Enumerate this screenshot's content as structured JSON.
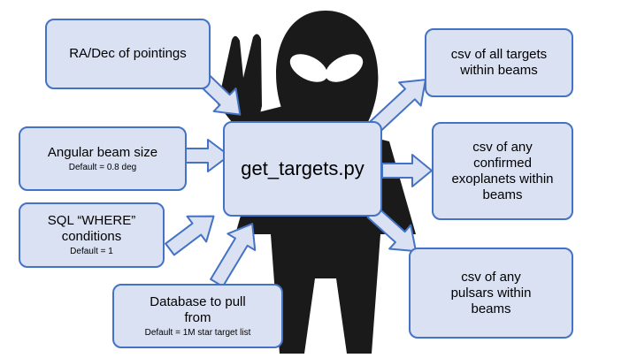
{
  "colors": {
    "box_fill": "#d9e1f2",
    "box_border": "#4472c4",
    "alien": "#1a1a1a"
  },
  "center": {
    "label": "get_targets.py"
  },
  "inputs": [
    {
      "label": "RA/Dec of pointings",
      "note": ""
    },
    {
      "label": "Angular beam size",
      "note": "Default = 0.8 deg"
    },
    {
      "label": "SQL “WHERE” conditions",
      "note": "Default = 1"
    },
    {
      "label": "Database to pull from",
      "note": "Default = 1M star target list"
    }
  ],
  "outputs": [
    {
      "label": "csv of all targets within beams"
    },
    {
      "label": "csv of any confirmed exoplanets within beams"
    },
    {
      "label": "csv of any pulsars within beams"
    }
  ]
}
